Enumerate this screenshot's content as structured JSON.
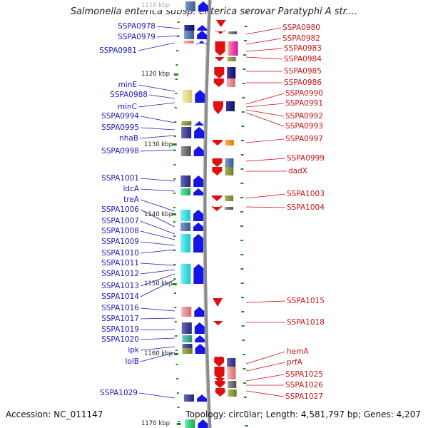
{
  "title": "Salmonella enterica subsp. enterica serovar Paratyphi A str....",
  "footer": {
    "accession": "Accession: NC_011147",
    "topology": "Topology: circular; Length: 4,581,797 bp; Genes: 4,207"
  },
  "scale": {
    "labels": [
      "1110 kbp",
      "1120 kbp",
      "1130 kbp",
      "1140 kbp",
      "1150 kbp",
      "1160 kbp",
      "1170 kbp"
    ]
  },
  "colors": {
    "left_label": "#1a1ab4",
    "right_label": "#cc1111",
    "minus_arrow": "#1515e8",
    "plus_arrow": "#e01010",
    "backbone": "#888888",
    "tick": "#1e8a1e"
  },
  "left_genes": [
    "SSPA0978",
    "SSPA0979",
    "SSPA0981",
    "minE",
    "SSPA0988",
    "minC",
    "SSPA0994",
    "SSPA0995",
    "nhaB",
    "SSPA0998",
    "SSPA1001",
    "ldcA",
    "treA",
    "SSPA1006",
    "SSPA1007",
    "SSPA1008",
    "SSPA1009",
    "SSPA1010",
    "SSPA1011",
    "SSPA1012",
    "SSPA1013",
    "SSPA1014",
    "SSPA1016",
    "SSPA1017",
    "SSPA1019",
    "SSPA1020",
    "ipk",
    "lolB",
    "SSPA1029"
  ],
  "right_genes": [
    "SSPA0980",
    "SSPA0982",
    "SSPA0983",
    "SSPA0984",
    "SSPA0985",
    "SSPA0986",
    "SSPA0990",
    "SSPA0991",
    "SSPA0992",
    "SSPA0993",
    "SSPA0997",
    "SSPA0999",
    "dadX",
    "SSPA1003",
    "SSPA1004",
    "SSPA1015",
    "SSPA1018",
    "hemA",
    "prfA",
    "SSPA1025",
    "SSPA1026",
    "SSPA1027"
  ]
}
